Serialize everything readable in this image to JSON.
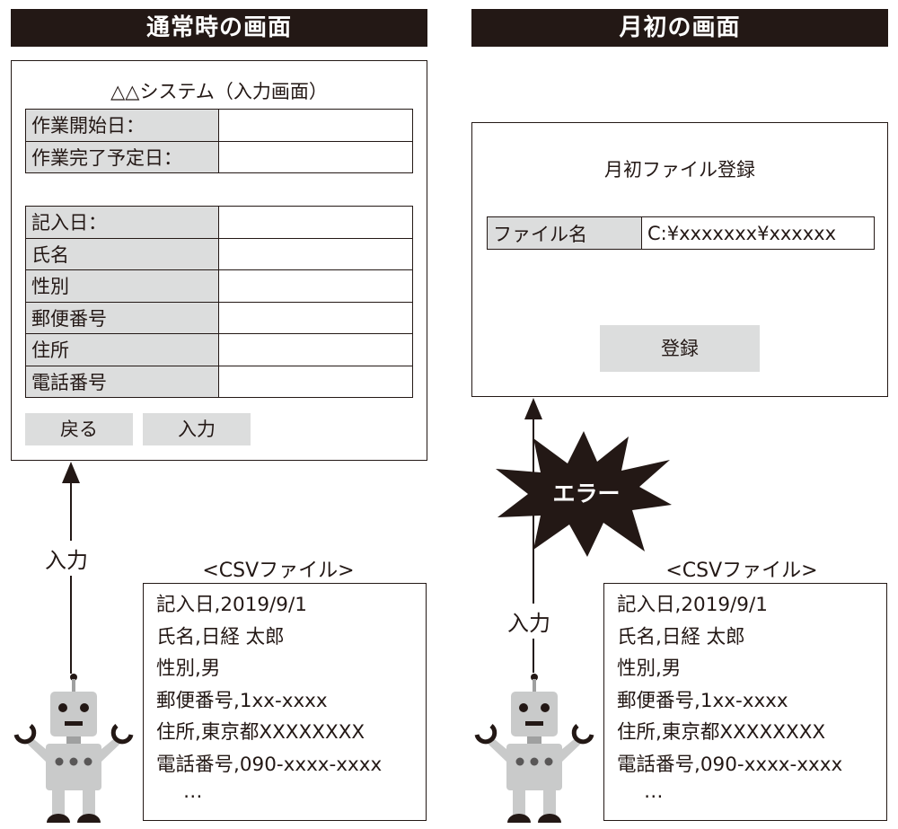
{
  "left": {
    "header": "通常時の画面",
    "form_title": "△△システム（入力画面）",
    "fields_top": [
      "作業開始日：",
      "作業完了予定日："
    ],
    "fields_bottom": [
      "記入日：",
      "氏名",
      "性別",
      "郵便番号",
      "住所",
      "電話番号"
    ],
    "buttons": [
      "戻る",
      "入力"
    ],
    "arrow_label": "入力",
    "csv_caption": "<CSVファイル>",
    "csv_lines": [
      "記入日,2019/9/1",
      "氏名,日経 太郎",
      "性別,男",
      "郵便番号,1xx-xxxx",
      "住所,東京都XXXXXXXX",
      "電話番号,090-xxxx-xxxx",
      "…"
    ]
  },
  "right": {
    "header": "月初の画面",
    "dialog_title": "月初ファイル登録",
    "file_label": "ファイル名",
    "file_value": "C:¥xxxxxxx¥xxxxxx",
    "register_button": "登録",
    "error_label": "エラー",
    "arrow_label": "入力",
    "csv_caption": "<CSVファイル>",
    "csv_lines": [
      "記入日,2019/9/1",
      "氏名,日経 太郎",
      "性別,男",
      "郵便番号,1xx-xxxx",
      "住所,東京都XXXXXXXX",
      "電話番号,090-xxxx-xxxx",
      "…"
    ]
  },
  "colors": {
    "ink": "#231815",
    "gray": "#dcdddd",
    "robot": "#c9caca"
  }
}
